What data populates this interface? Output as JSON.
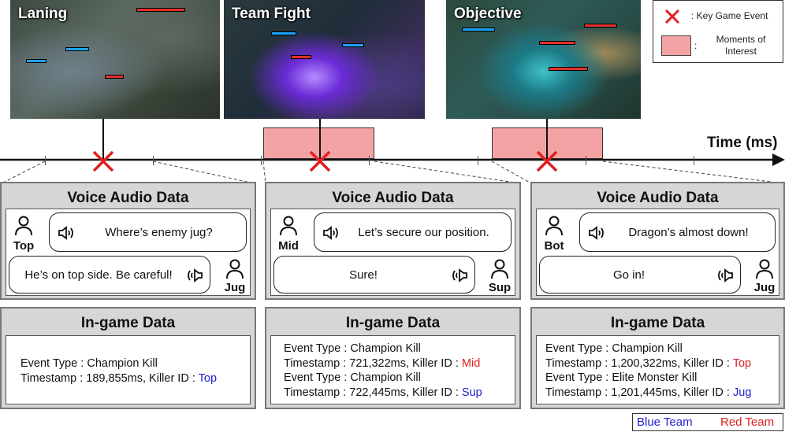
{
  "screenshots": [
    {
      "id": "laning",
      "title": "Laning"
    },
    {
      "id": "teamfight",
      "title": "Team Fight"
    },
    {
      "id": "objective",
      "title": "Objective"
    }
  ],
  "legend": {
    "key_event": ": Key Game Event",
    "moments_colon": ":",
    "moments": "Moments of Interest"
  },
  "timeline": {
    "label": "Time (ms)"
  },
  "voice_panels": [
    {
      "title": "Voice Audio Data",
      "top_role": "Top",
      "top_text": "Where’s enemy jug?",
      "bottom_role": "Jug",
      "bottom_text": "He’s on top side. Be careful!"
    },
    {
      "title": "Voice Audio Data",
      "top_role": "Mid",
      "top_text": "Let’s secure our position.",
      "bottom_role": "Sup",
      "bottom_text": "Sure!"
    },
    {
      "title": "Voice Audio Data",
      "top_role": "Bot",
      "top_text": "Dragon’s almost down!",
      "bottom_role": "Jug",
      "bottom_text": "Go in!"
    }
  ],
  "ingame_panels": [
    {
      "title": "In-game Data",
      "events": [
        {
          "type_line": "Event Type : Champion Kill",
          "ts_line": "Timestamp : 189,855ms, Killer ID : ",
          "killer": "Top",
          "team": "blue"
        }
      ]
    },
    {
      "title": "In-game Data",
      "events": [
        {
          "type_line": "Event Type : Champion Kill",
          "ts_line": "Timestamp : 721,322ms, Killer ID : ",
          "killer": "Mid",
          "team": "red"
        },
        {
          "type_line": "Event Type : Champion Kill",
          "ts_line": "Timestamp : 722,445ms, Killer ID : ",
          "killer": "Sup",
          "team": "blue"
        }
      ]
    },
    {
      "title": "In-game Data",
      "events": [
        {
          "type_line": "Event Type : Champion Kill",
          "ts_line": "Timestamp : 1,200,322ms, Killer ID : ",
          "killer": "Top",
          "team": "red"
        },
        {
          "type_line": "Event Type : Elite Monster Kill",
          "ts_line": "Timestamp : 1,201,445ms, Killer ID : ",
          "killer": "Jug",
          "team": "blue"
        }
      ]
    }
  ],
  "team_legend": {
    "blue": "Blue Team",
    "red": "Red Team"
  },
  "colors": {
    "blue_team": "#2020d0",
    "red_team": "#e02020",
    "interest": "#f3a3a3",
    "event_mark": "#e02020"
  }
}
